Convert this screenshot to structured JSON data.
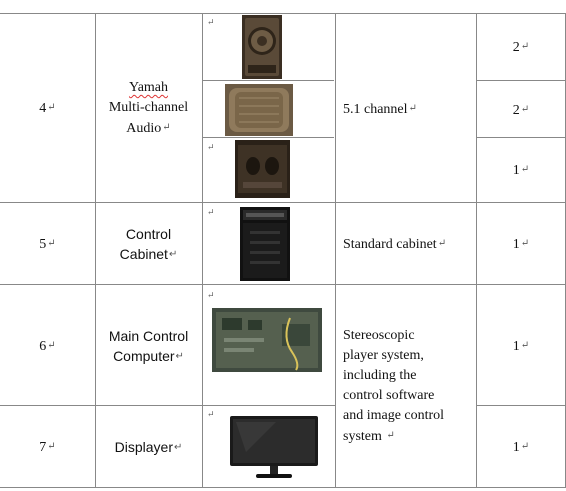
{
  "return_mark": "↵",
  "rows": [
    {
      "no": "4",
      "name_lines": [
        "Yamah",
        "Multi-channel",
        "Audio"
      ],
      "spec": "5.1 channel",
      "qty": [
        "2",
        "2",
        "1"
      ]
    },
    {
      "no": "5",
      "name_lines": [
        "Control",
        "Cabinet"
      ],
      "spec": "Standard cabinet",
      "qty": [
        "1"
      ]
    },
    {
      "no": "6",
      "name_lines": [
        "Main Control",
        "Computer"
      ],
      "spec_lines": [
        "Stereoscopic",
        "player system,",
        "including the",
        "control software",
        "and image control",
        "system"
      ],
      "qty": [
        "1"
      ]
    },
    {
      "no": "7",
      "name_lines": [
        "Displayer"
      ],
      "qty": [
        "1"
      ]
    }
  ],
  "images": [
    "speaker-front-image",
    "speaker-side-image",
    "subwoofer-image",
    "control-cabinet-image",
    "main-control-computer-image",
    "monitor-displayer-image"
  ]
}
